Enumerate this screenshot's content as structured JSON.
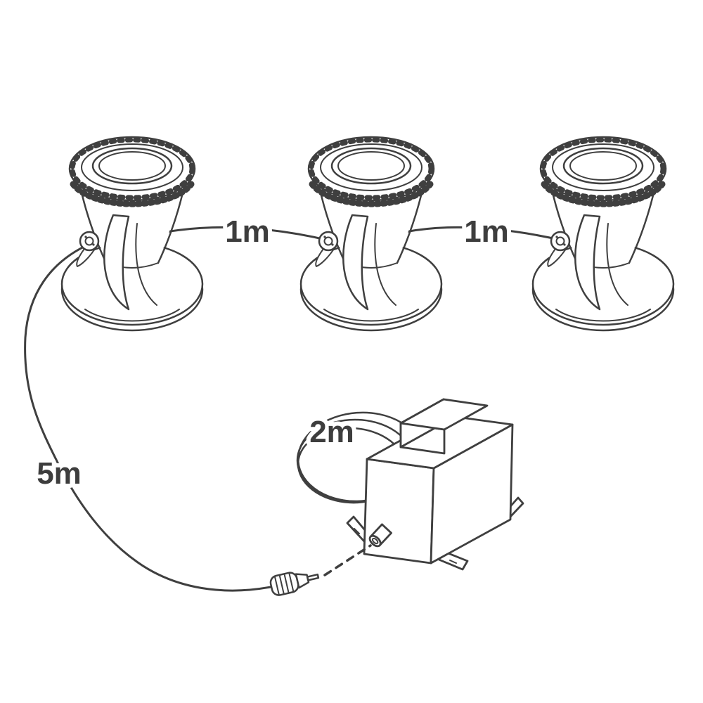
{
  "canvas": {
    "background": "#ffffff",
    "line_color": "#3f3f3f",
    "label_color": "#3d3d3d"
  },
  "labels": {
    "cable_light1_to_light2": "1m",
    "cable_light2_to_light3": "1m",
    "main_cable": "5m",
    "transformer_cable": "2m"
  },
  "components": {
    "spotlights": [
      "spotlight-1",
      "spotlight-2",
      "spotlight-3"
    ],
    "connector": "connector-plug-icon",
    "transformer": "transformer-box-icon",
    "connection": "dashed-connection-line"
  }
}
